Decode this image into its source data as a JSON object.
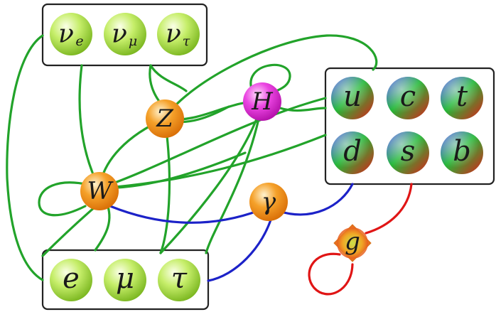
{
  "particles": {
    "nu_e": "νe",
    "nu_mu": "νμ",
    "nu_tau": "ντ",
    "electron": "e",
    "muon": "μ",
    "tau": "τ",
    "up": "u",
    "charm": "c",
    "top": "t",
    "down": "d",
    "strange": "s",
    "bottom": "b",
    "z_boson": "Z",
    "w_boson": "W",
    "higgs": "H",
    "photon": "γ",
    "gluon": "g"
  },
  "subscripts": {
    "nu_e": "e",
    "nu_mu": "μ",
    "nu_tau": "τ"
  },
  "colors": {
    "weak_line": "#22a32a",
    "em_line": "#1c22c8",
    "strong_line": "#e01515",
    "lepton_ball": "#c6ee6a",
    "boson_ball": "#f39b22",
    "higgs_ball": "#e93ce0"
  }
}
